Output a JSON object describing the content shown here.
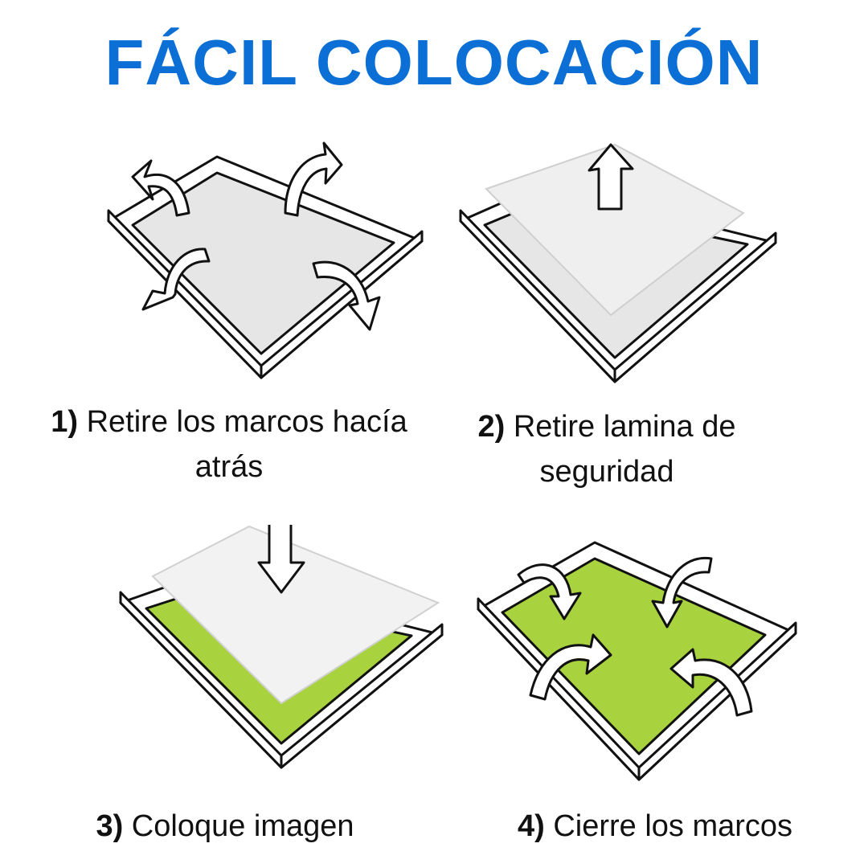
{
  "title": "FÁCIL COLOCACIÓN",
  "colors": {
    "title": "#0b6fd6",
    "image_fill": "#a8d23e",
    "frame_outline": "#111111",
    "sheet_fill": "#f2f2f2"
  },
  "steps": [
    {
      "number": "1)",
      "line1": "Retire los marcos hacía",
      "line2": "atrás",
      "illustration": "frame-arrows-outward-icon"
    },
    {
      "number": "2)",
      "line1": "Retire lamina de",
      "line2": "seguridad",
      "illustration": "sheet-lift-up-icon"
    },
    {
      "number": "3)",
      "line1": "Coloque imagen",
      "illustration": "sheet-place-down-icon"
    },
    {
      "number": "4)",
      "line1": "Cierre los marcos",
      "illustration": "frame-arrows-inward-icon"
    }
  ]
}
